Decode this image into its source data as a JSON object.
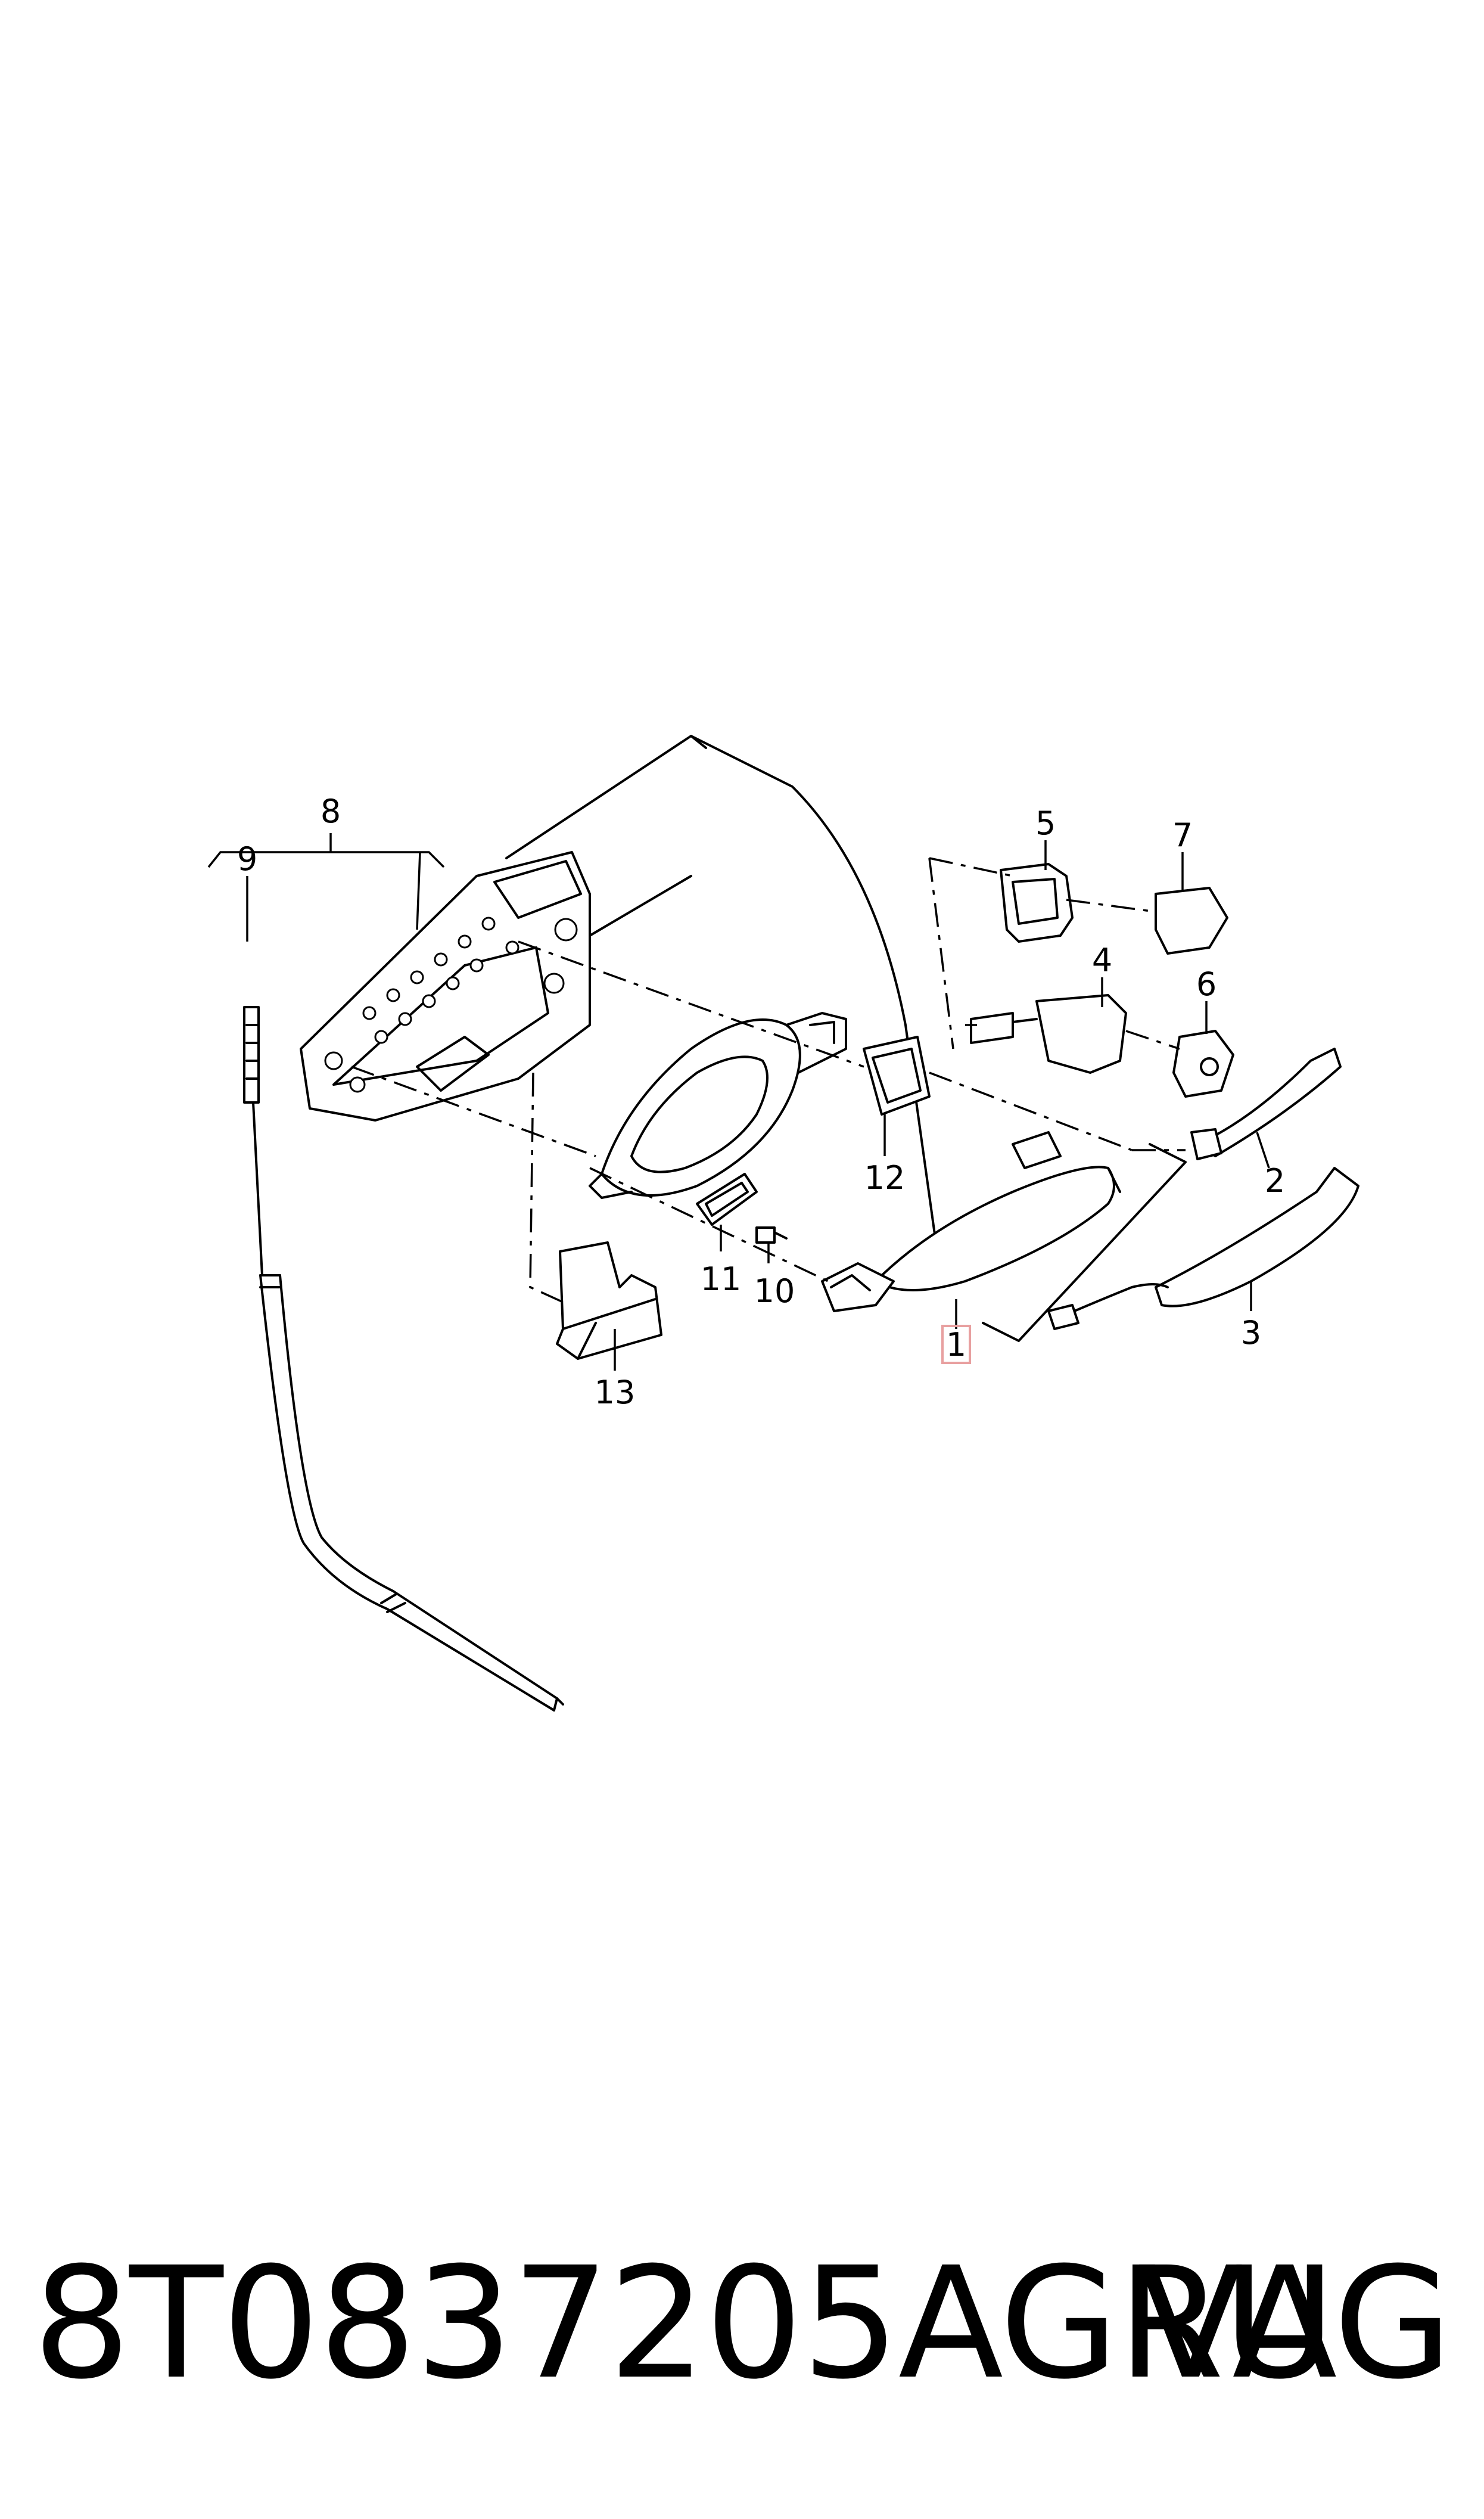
{
  "callouts": {
    "c1": "1",
    "c2": "2",
    "c3": "3",
    "c4": "4",
    "c5": "5",
    "c6": "6",
    "c7": "7",
    "c8": "8",
    "c9": "9",
    "c10": "10",
    "c11": "11",
    "c12": "12",
    "c13": "13"
  },
  "highlight_color": "#e8a0a0",
  "footer": {
    "part_number": "8T0837205AGRU",
    "brand": "VAG"
  }
}
